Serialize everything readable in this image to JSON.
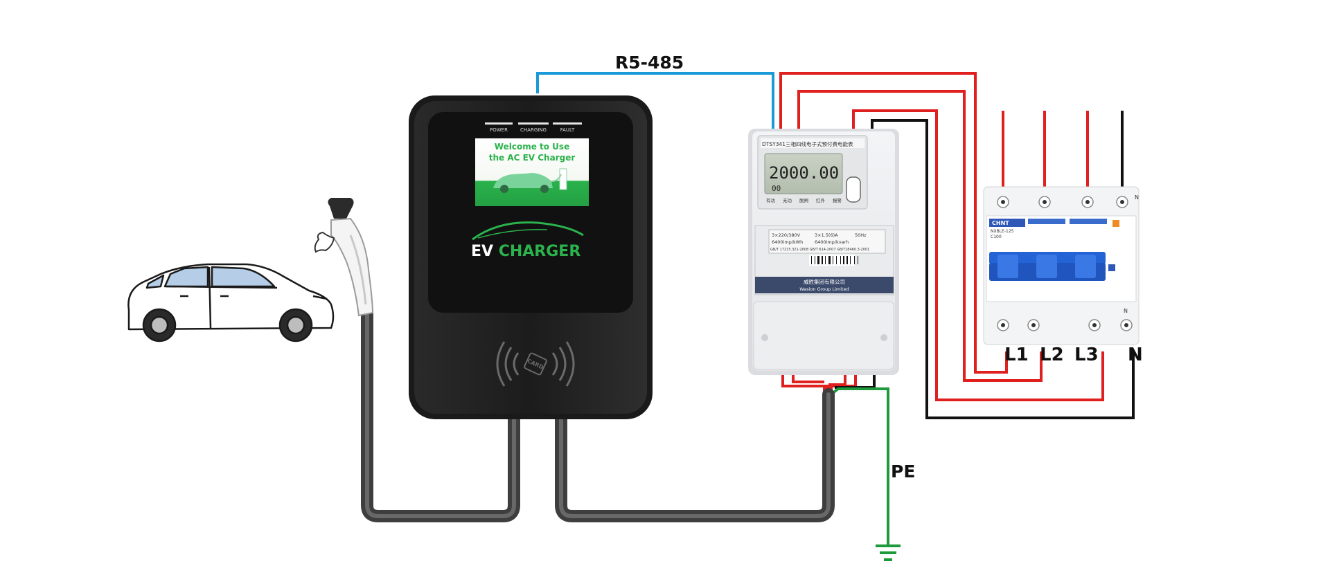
{
  "labels": {
    "rs485": "R5-485",
    "pe": "PE",
    "l1": "L1",
    "l2": "L2",
    "l3": "L3",
    "n": "N"
  },
  "charger": {
    "indicators": [
      "POWER",
      "CHARGING",
      "FAULT"
    ],
    "screen_line1": "Welcome to Use",
    "screen_line2": "the AC EV Charger",
    "brand_ev": "EV ",
    "brand_charger": "CHARGER",
    "card_text": "CARD"
  },
  "meter": {
    "model": "DTSY341三相四线电子式预付费电能表",
    "reading": "2000.00",
    "sub_reading": "00",
    "spec_row1": [
      "3×220/380V",
      "3×1.5(6)A",
      "50Hz"
    ],
    "spec_row2": [
      "6400imp/kWh",
      "6400imp/kvarh"
    ],
    "std_row": "GB/T 17215.321-2008  GB/T 614-2007  GB/T18460.3-2001",
    "maker_cn": "威胜集团有限公司",
    "maker_en": "Wasion Group Limited",
    "buttons": [
      "有功",
      "无功",
      "脱闸",
      "红外",
      "报警"
    ]
  },
  "breaker": {
    "brand": "CHNT",
    "model": "NXBLE-125",
    "rating": "C100",
    "n_top": "N",
    "n_bottom": "N"
  },
  "colors": {
    "rs485": "#1a9ad9",
    "live": "#e01f1f",
    "neutral": "#111111",
    "earth": "#1e9a3c",
    "cable": "#4a4a4a",
    "brand_green": "#2bb24c"
  }
}
